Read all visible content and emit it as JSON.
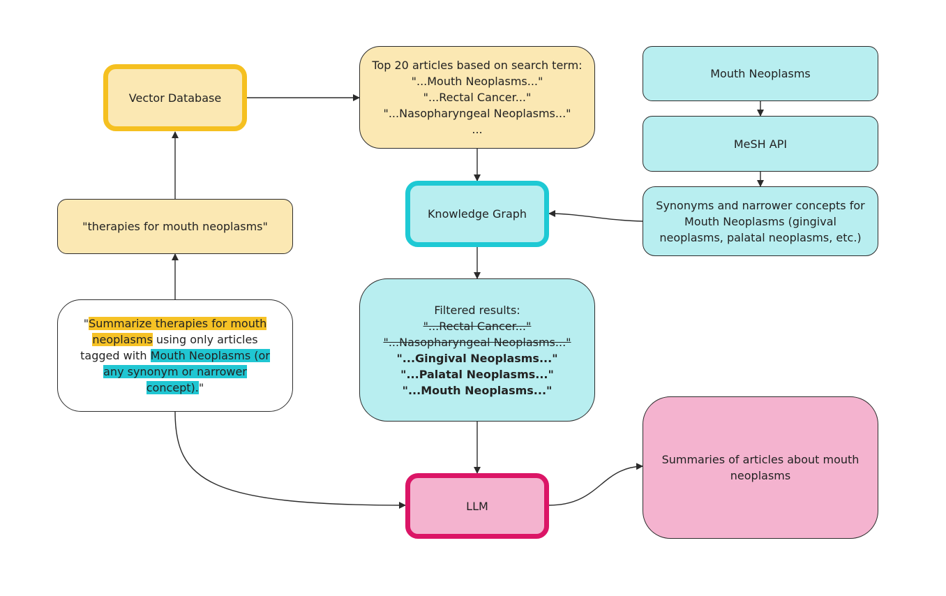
{
  "colors": {
    "yellow_fill": "#fbe8b3",
    "yellow_border": "#f5c020",
    "cyan_fill": "#b8eef0",
    "cyan_border": "#1ec9d4",
    "pink_fill": "#f4b3cf",
    "pink_border": "#db1566",
    "highlight_yellow": "#f6c225",
    "highlight_cyan": "#20c6d2"
  },
  "vector_db": {
    "label": "Vector Database"
  },
  "query": {
    "label": "\"therapies for mouth neoplasms\""
  },
  "prompt": {
    "open_quote": "\"",
    "highlight1": "Summarize therapies for mouth neoplasms",
    "mid": " using only articles tagged with ",
    "highlight2": "Mouth Neoplasms (or any synonym or narrower concept).",
    "close_quote": "\""
  },
  "top_articles": {
    "lines": [
      "Top 20 articles based on search term:",
      "\"...Mouth Neoplasms...\"",
      "\"...Rectal Cancer...\"",
      "\"...Nasopharyngeal Neoplasms...\"",
      "..."
    ]
  },
  "knowledge_graph": {
    "label": "Knowledge Graph"
  },
  "filtered": {
    "title": "Filtered results:",
    "excluded": [
      "\"...Rectal Cancer...\"",
      "\"...Nasopharyngeal Neoplasms...\""
    ],
    "included": [
      "\"...Gingival Neoplasms...\"",
      "\"...Palatal Neoplasms...\"",
      "\"...Mouth Neoplasms...\""
    ]
  },
  "llm": {
    "label": "LLM"
  },
  "mouth_neoplasms": {
    "label": "Mouth Neoplasms"
  },
  "mesh_api": {
    "label": "MeSH API"
  },
  "synonyms": {
    "label": "Synonyms and narrower concepts for Mouth Neoplasms (gingival neoplasms, palatal neoplasms, etc.)"
  },
  "summaries": {
    "label": "Summaries of articles about mouth neoplasms"
  }
}
